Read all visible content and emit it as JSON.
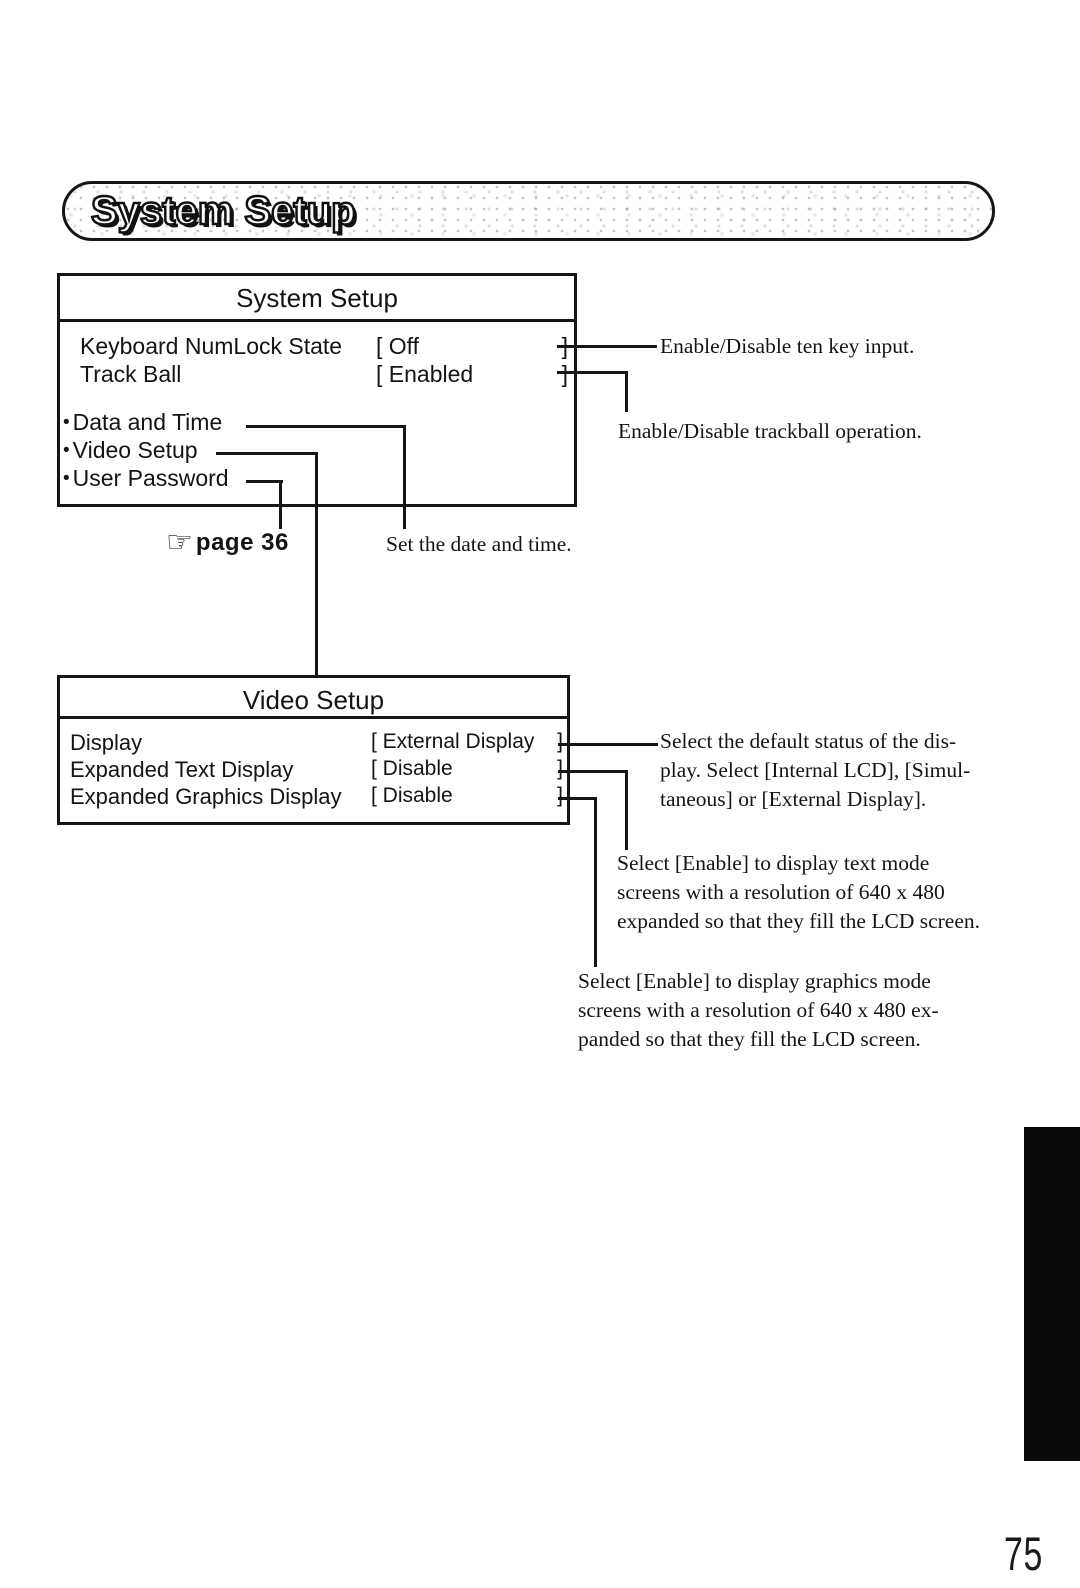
{
  "colors": {
    "ink": "#141414",
    "paper": "#ffffff"
  },
  "banner": {
    "title": "System Setup"
  },
  "system_box": {
    "title": "System Setup",
    "bullet": "•",
    "rows": [
      {
        "label": "Keyboard NumLock State",
        "value": "[ Off",
        "close": "]"
      },
      {
        "label": "Track Ball",
        "value": "[ Enabled",
        "close": "]"
      }
    ],
    "items": [
      {
        "label": "Data and Time"
      },
      {
        "label": "Video Setup"
      },
      {
        "label": "User Password"
      }
    ]
  },
  "video_box": {
    "title": "Video Setup",
    "rows": [
      {
        "label": "Display",
        "value": "[ External Display",
        "close": "]"
      },
      {
        "label": "Expanded Text Display",
        "value": "[ Disable",
        "close": "]"
      },
      {
        "label": "Expanded Graphics Display",
        "value": "[ Disable",
        "close": "]"
      }
    ]
  },
  "annotations": {
    "ten_key": "Enable/Disable ten key input.",
    "trackball": "Enable/Disable trackball operation.",
    "page_ref_icon": "☞",
    "page_ref": "page 36",
    "set_date": "Set the date and time.",
    "display_select": {
      "line1": "Select the default status of the dis-",
      "line2": "play. Select [Internal LCD], [Simul-",
      "line3": "taneous] or [External Display]."
    },
    "text_mode": {
      "line1": "Select [Enable] to display text mode",
      "line2": "screens with a resolution of 640 x 480",
      "line3": "expanded so that they fill the LCD screen."
    },
    "graphics_mode": {
      "line1": "Select [Enable] to display graphics mode",
      "line2": "screens with a resolution of 640 x 480 ex-",
      "line3": "panded so that they fill the LCD screen."
    }
  },
  "footer": {
    "page_number": "75"
  }
}
